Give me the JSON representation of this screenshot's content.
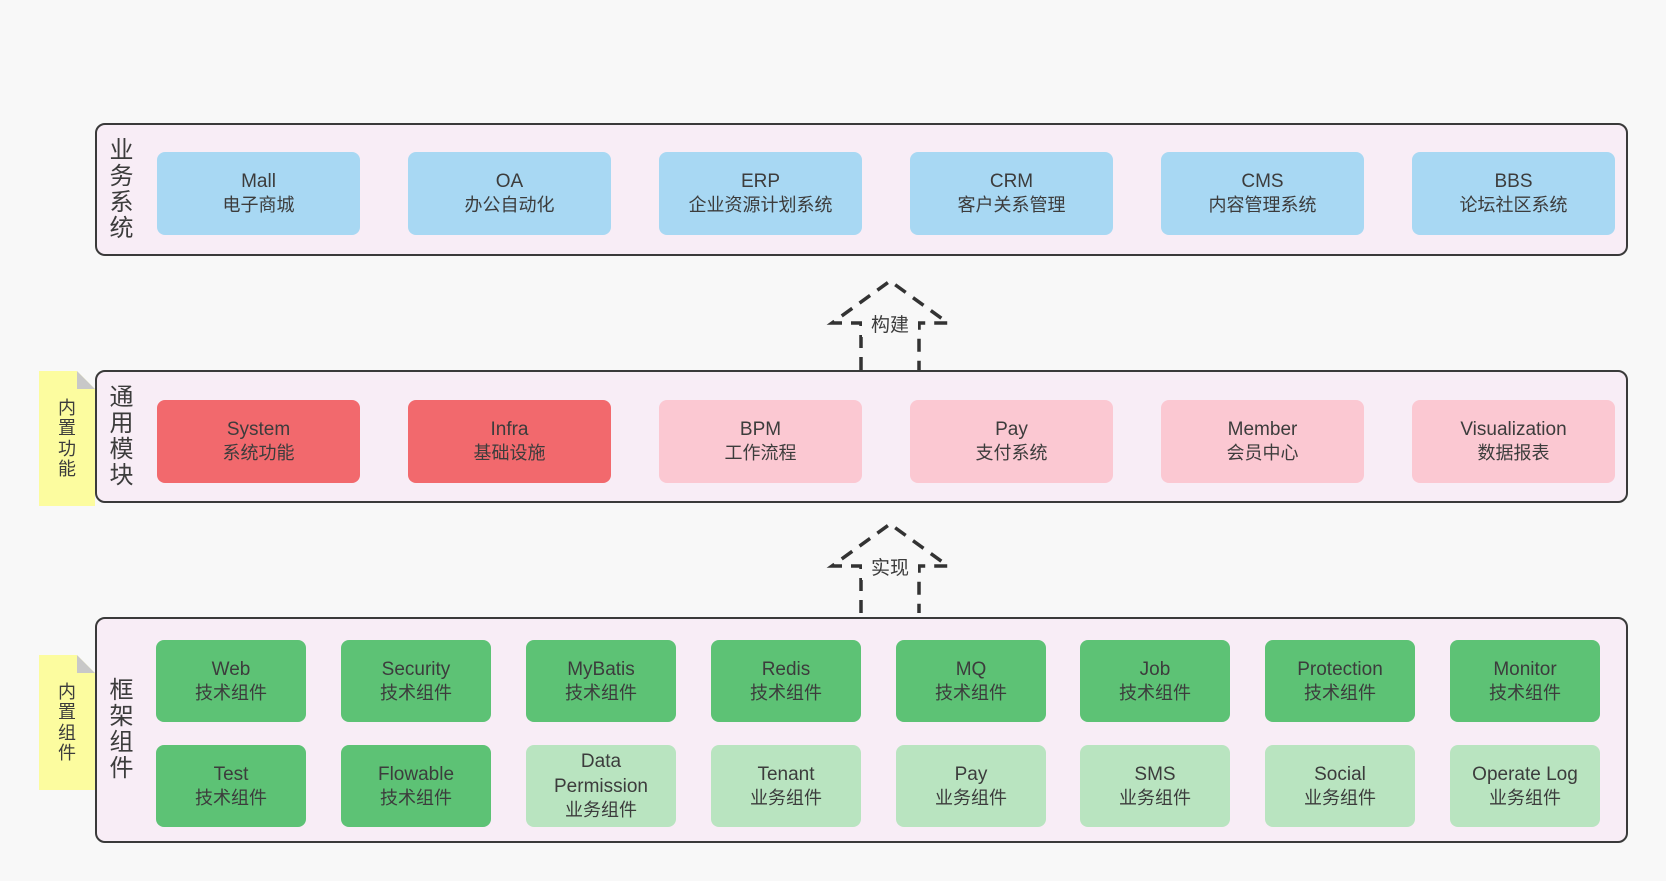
{
  "colors": {
    "canvas_bg": "#f8f8f8",
    "panel_bg": "#f8edf6",
    "panel_border": "#3a3a3a",
    "box_blue": "#a8d8f3",
    "box_red": "#f2696d",
    "box_pink": "#fbc8d2",
    "box_green_dark": "#5dc275",
    "box_green_light": "#b9e4c0",
    "sticky_yellow": "#fcfc9f",
    "sticky_fold_gray": "#c8c8c8",
    "text": "#3c3c3c",
    "arrow_stroke": "#333333"
  },
  "sections": {
    "business": {
      "label": "业务系统",
      "boxes": [
        {
          "en": "Mall",
          "zh": "电子商城"
        },
        {
          "en": "OA",
          "zh": "办公自动化"
        },
        {
          "en": "ERP",
          "zh": "企业资源计划系统"
        },
        {
          "en": "CRM",
          "zh": "客户关系管理"
        },
        {
          "en": "CMS",
          "zh": "内容管理系统"
        },
        {
          "en": "BBS",
          "zh": "论坛社区系统"
        }
      ]
    },
    "modules": {
      "label": "通用模块",
      "sticky": "内置功能",
      "boxes": [
        {
          "en": "System",
          "zh": "系统功能"
        },
        {
          "en": "Infra",
          "zh": "基础设施"
        },
        {
          "en": "BPM",
          "zh": "工作流程"
        },
        {
          "en": "Pay",
          "zh": "支付系统"
        },
        {
          "en": "Member",
          "zh": "会员中心"
        },
        {
          "en": "Visualization",
          "zh": "数据报表"
        }
      ]
    },
    "framework": {
      "label": "框架组件",
      "sticky": "内置组件",
      "row1": [
        {
          "en": "Web",
          "zh": "技术组件"
        },
        {
          "en": "Security",
          "zh": "技术组件"
        },
        {
          "en": "MyBatis",
          "zh": "技术组件"
        },
        {
          "en": "Redis",
          "zh": "技术组件"
        },
        {
          "en": "MQ",
          "zh": "技术组件"
        },
        {
          "en": "Job",
          "zh": "技术组件"
        },
        {
          "en": "Protection",
          "zh": "技术组件"
        },
        {
          "en": "Monitor",
          "zh": "技术组件"
        }
      ],
      "row2": [
        {
          "en": "Test",
          "zh": "技术组件"
        },
        {
          "en": "Flowable",
          "zh": "技术组件"
        },
        {
          "en": "Data Permission",
          "zh": "业务组件"
        },
        {
          "en": "Tenant",
          "zh": "业务组件"
        },
        {
          "en": "Pay",
          "zh": "业务组件"
        },
        {
          "en": "SMS",
          "zh": "业务组件"
        },
        {
          "en": "Social",
          "zh": "业务组件"
        },
        {
          "en": "Operate Log",
          "zh": "业务组件"
        }
      ]
    }
  },
  "arrows": {
    "build": "构建",
    "implement": "实现"
  }
}
